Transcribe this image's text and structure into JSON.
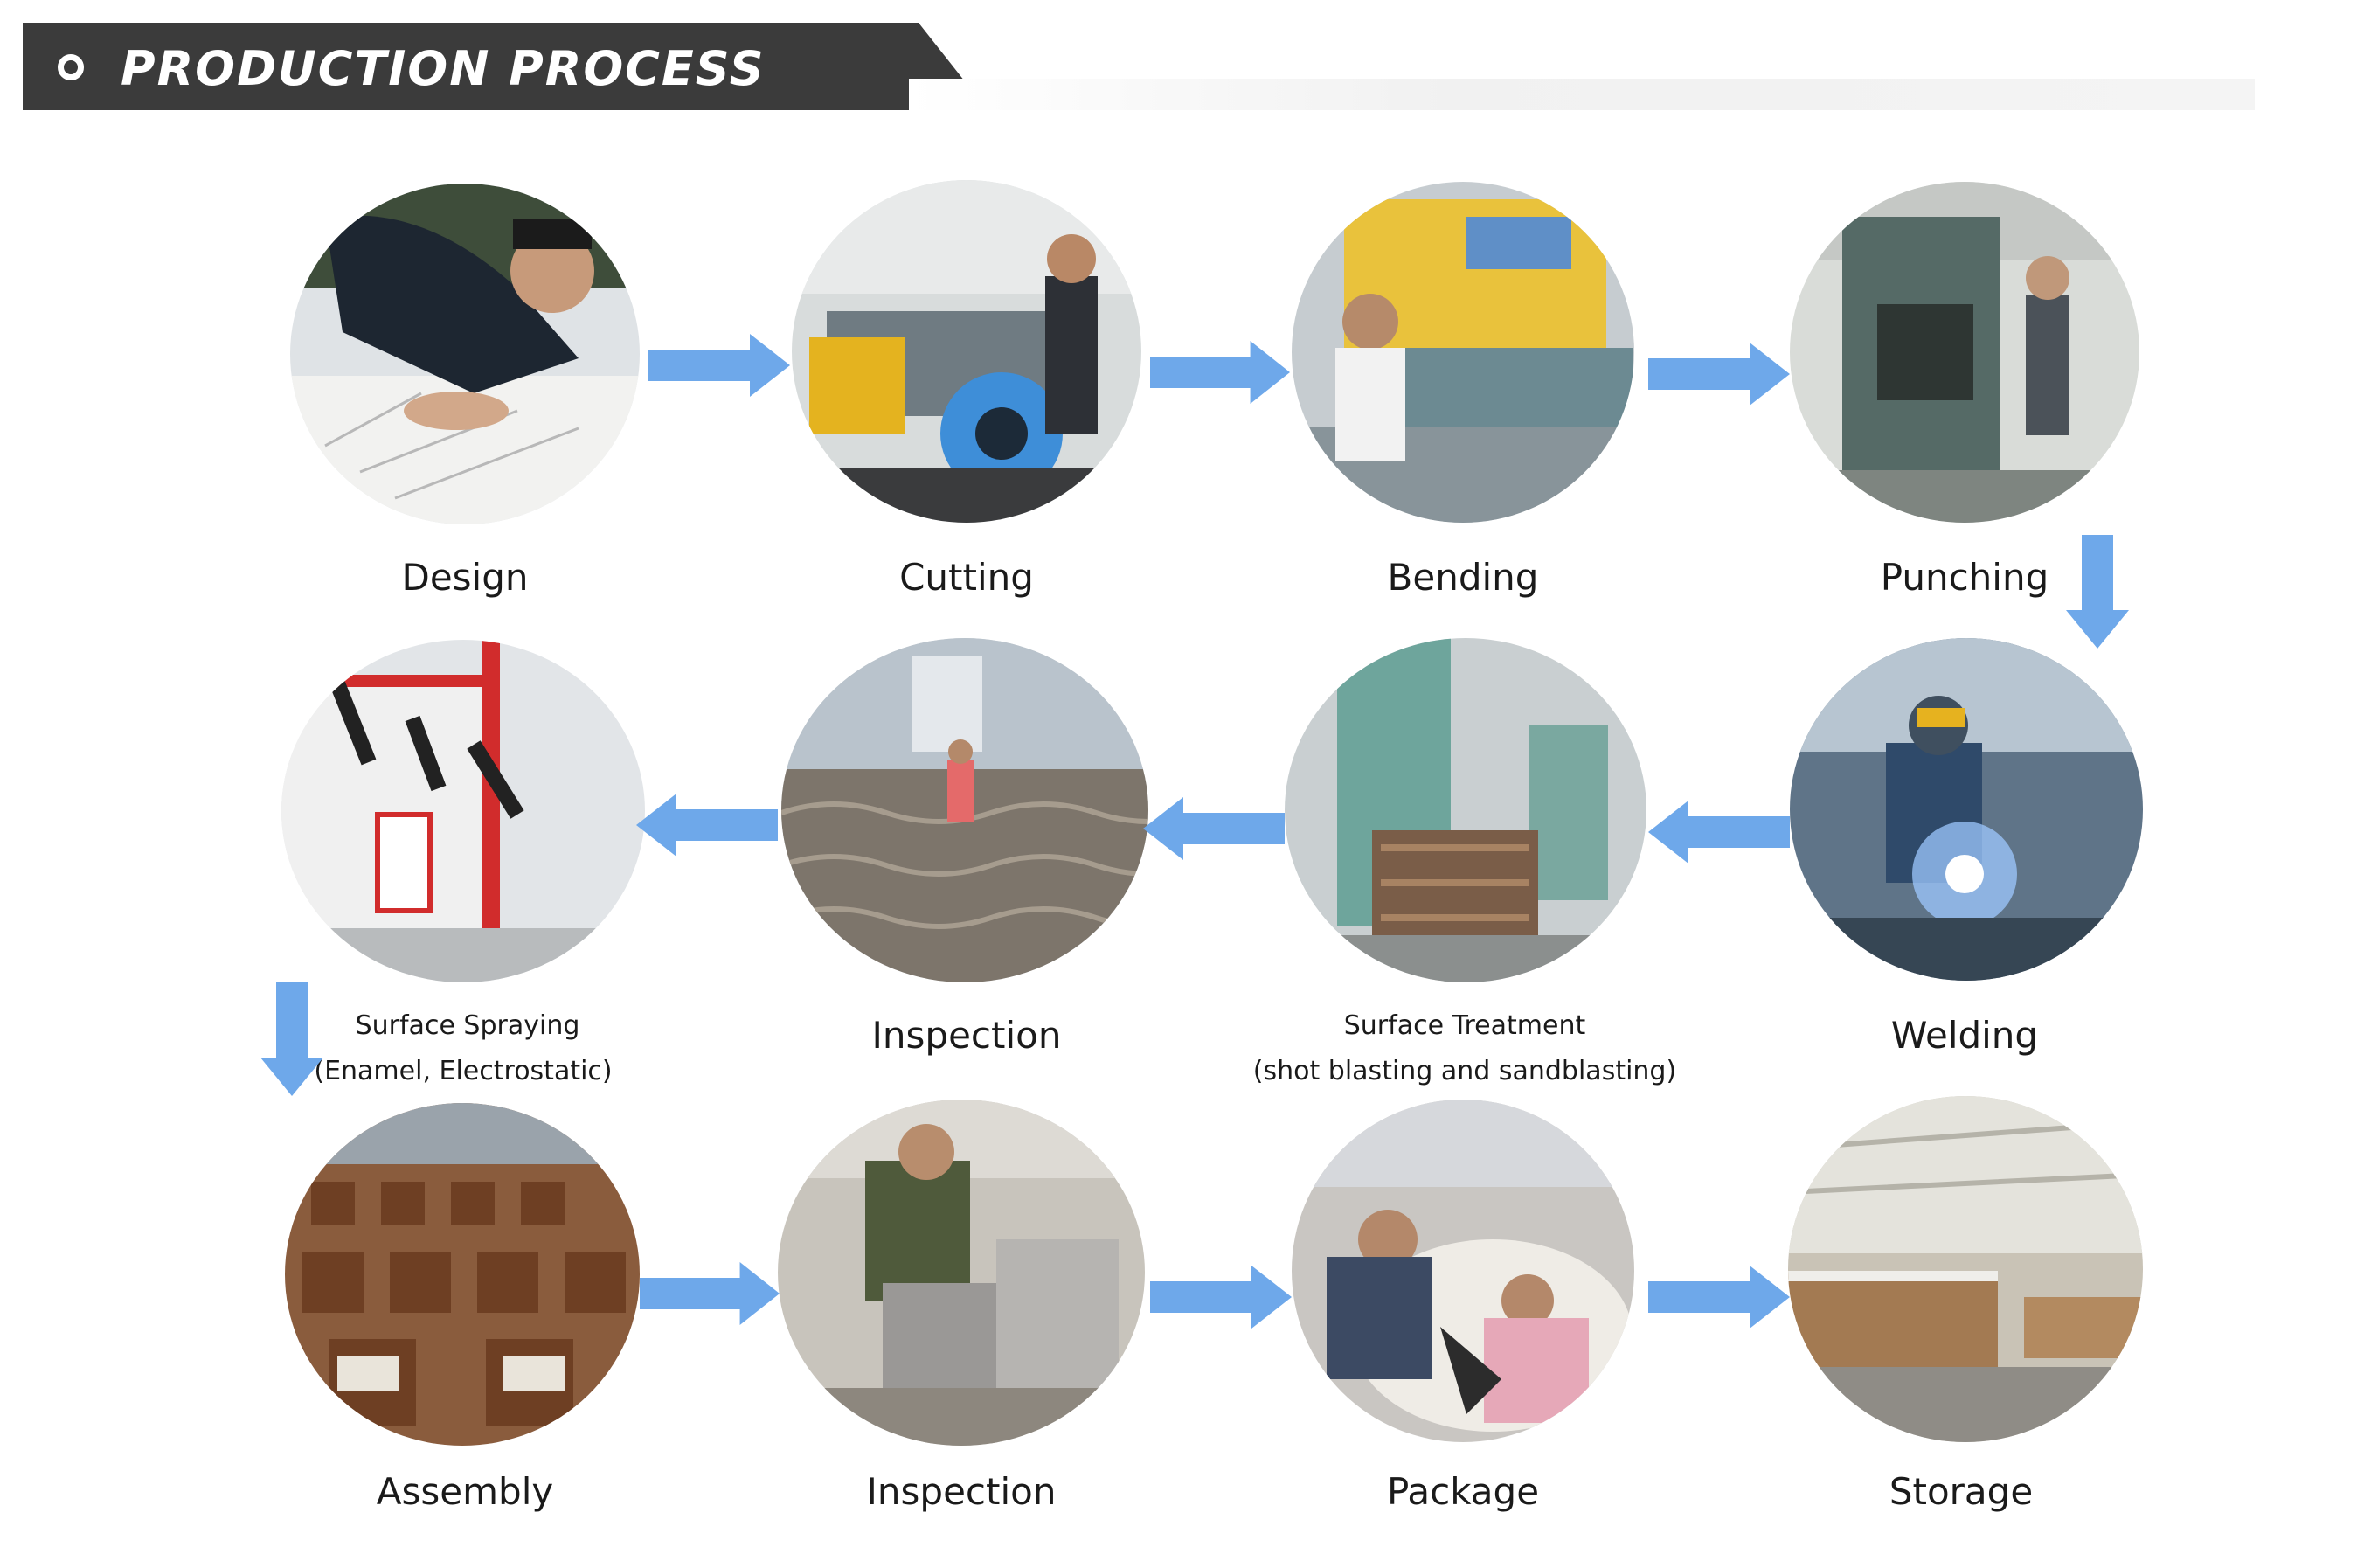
{
  "header": {
    "title": "PRODUCTION PROCESS"
  },
  "colors": {
    "arrow": "#6ea8ea",
    "header_bg": "#3b3b3b"
  },
  "steps": [
    {
      "label": "Design"
    },
    {
      "label": "Cutting"
    },
    {
      "label": "Bending"
    },
    {
      "label": "Punching"
    },
    {
      "label": "Welding"
    },
    {
      "label": "Surface Treatment",
      "sublabel": "(shot blasting and sandblasting)"
    },
    {
      "label": "Inspection"
    },
    {
      "label": "Surface Spraying",
      "sublabel": "(Enamel, Electrostatic)"
    },
    {
      "label": "Assembly"
    },
    {
      "label": "Inspection"
    },
    {
      "label": "Package"
    },
    {
      "label": "Storage"
    }
  ]
}
